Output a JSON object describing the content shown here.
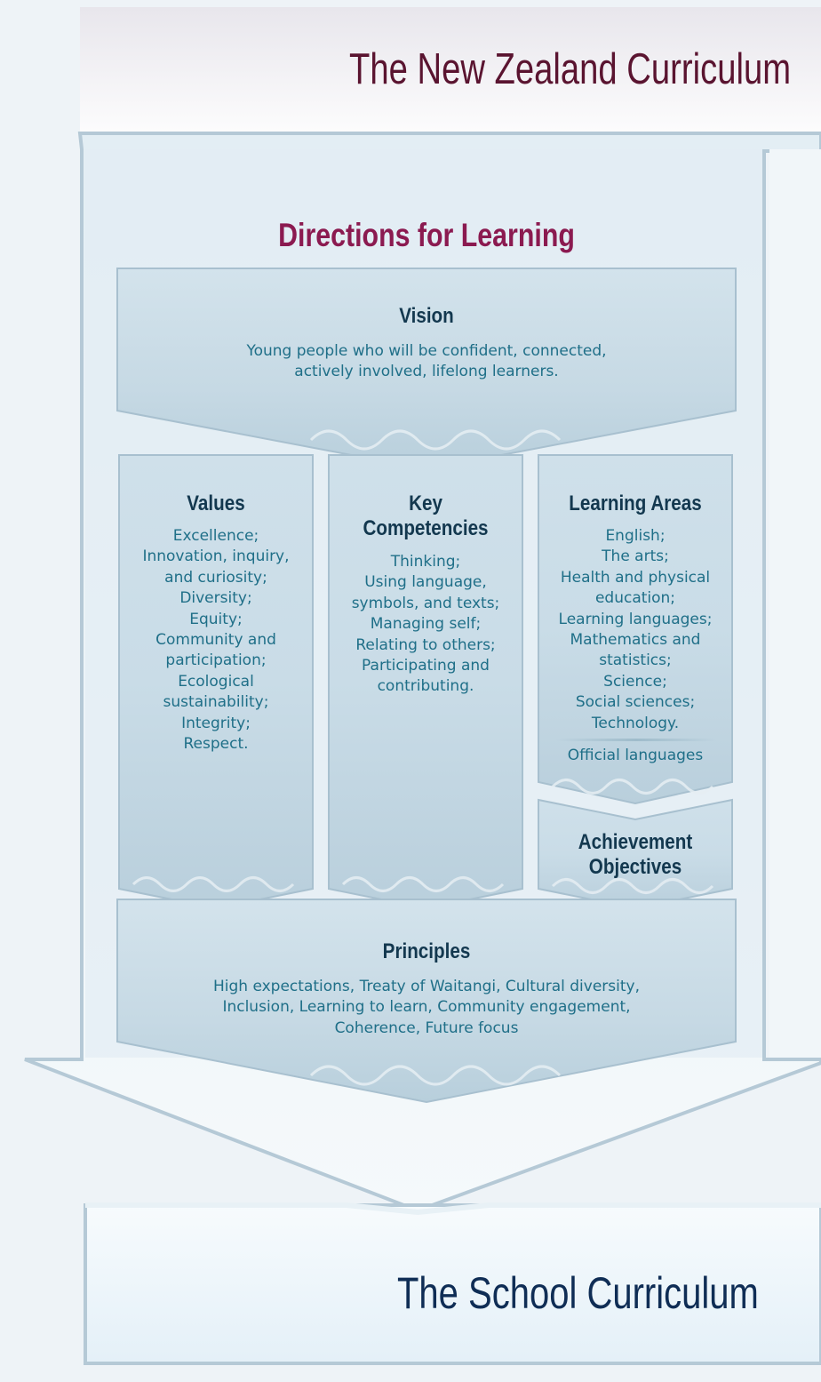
{
  "title": "The New Zealand Curriculum",
  "directions_title": "Directions for Learning",
  "vision": {
    "heading": "Vision",
    "lines": [
      "Young people who will be confident, connected,",
      "actively involved, lifelong learners."
    ]
  },
  "values": {
    "heading": "Values",
    "items": [
      "Excellence;",
      "Innovation, inquiry,",
      "and curiosity;",
      "Diversity;",
      "Equity;",
      "Community and",
      "participation;",
      "Ecological",
      "sustainability;",
      "Integrity;",
      "Respect."
    ]
  },
  "key_competencies": {
    "heading_lines": [
      "Key",
      "Competencies"
    ],
    "items": [
      "Thinking;",
      "Using language,",
      "symbols, and texts;",
      "Managing self;",
      "Relating to others;",
      "Participating and",
      "contributing."
    ]
  },
  "learning_areas": {
    "heading": "Learning Areas",
    "items": [
      "English;",
      "The arts;",
      "Health and physical",
      "education;",
      "Learning languages;",
      "Mathematics and",
      "statistics;",
      "Science;",
      "Social sciences;",
      "Technology."
    ],
    "official_languages": "Official languages"
  },
  "achievement_objectives": {
    "heading_lines": [
      "Achievement",
      "Objectives"
    ]
  },
  "principles": {
    "heading": "Principles",
    "lines": [
      "High expectations, Treaty of Waitangi, Cultural diversity,",
      "Inclusion, Learning to learn, Community engagement,",
      "Coherence, Future focus"
    ]
  },
  "school_title": "The School Curriculum",
  "colors": {
    "title": "#5a1430",
    "directions": "#8b1a50",
    "heading": "#13384f",
    "body": "#1f6f88",
    "school_title": "#0f2d55"
  }
}
